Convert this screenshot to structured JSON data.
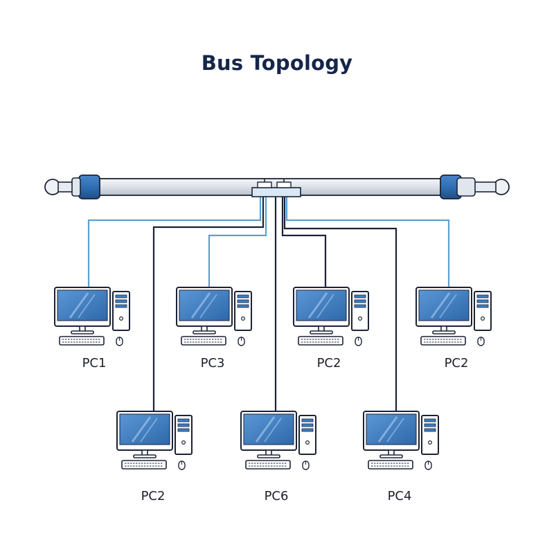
{
  "title": "Bus Topology",
  "colors": {
    "text": "#16264a",
    "accent": "#2f6fb3",
    "cable_dark": "#1b2236",
    "cable_light": "#5aa0d0",
    "screen": "#3f7fc4",
    "outline": "#1b2236"
  },
  "backbone": {
    "name": "bus-cable",
    "connector": "t-connector"
  },
  "pcs": [
    {
      "id": "pc-1",
      "label": "PC1",
      "cable": "light"
    },
    {
      "id": "pc-2",
      "label": "PC3",
      "cable": "light"
    },
    {
      "id": "pc-3",
      "label": "PC2",
      "cable": "dark"
    },
    {
      "id": "pc-4",
      "label": "PC2",
      "cable": "light"
    },
    {
      "id": "pc-5",
      "label": "PC2",
      "cable": "dark"
    },
    {
      "id": "pc-6",
      "label": "PC6",
      "cable": "dark"
    },
    {
      "id": "pc-7",
      "label": "PC4",
      "cable": "dark"
    }
  ]
}
